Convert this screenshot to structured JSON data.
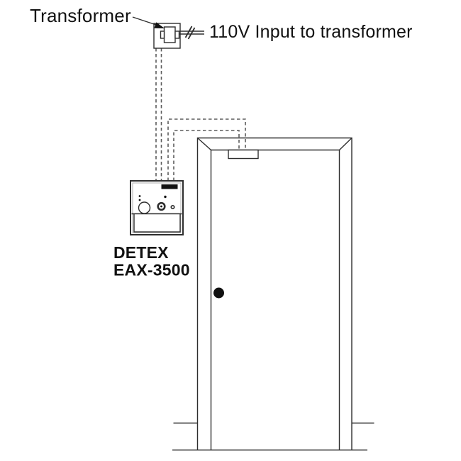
{
  "colors": {
    "line": "#2e2e2e",
    "dashed_wire": "#5c5c5c",
    "ink": "#111111",
    "text": "#111111",
    "muted_edge": "#b2b2b2"
  },
  "labels": {
    "transformer": "Transformer",
    "power_input": "110V Input to transformer",
    "device_name_line1": "DETEX",
    "device_name_line2": "EAX-3500"
  },
  "icons": {
    "pointer": "filled-arrowhead-icon",
    "wire_break": "double-slash-break-icon",
    "device_badge": "detex-logo-strip-icon"
  },
  "diagram": {
    "type": "wiring-installation-diagram",
    "components": [
      "transformer-on-wall-plate",
      "110v-power-lead-with-break",
      "low-voltage-wire-pair-to-control",
      "wire-pair-to-door-header-switch",
      "eax-3500-exit-alarm-control",
      "door-with-frame",
      "door-header-switch",
      "door-knob"
    ]
  }
}
